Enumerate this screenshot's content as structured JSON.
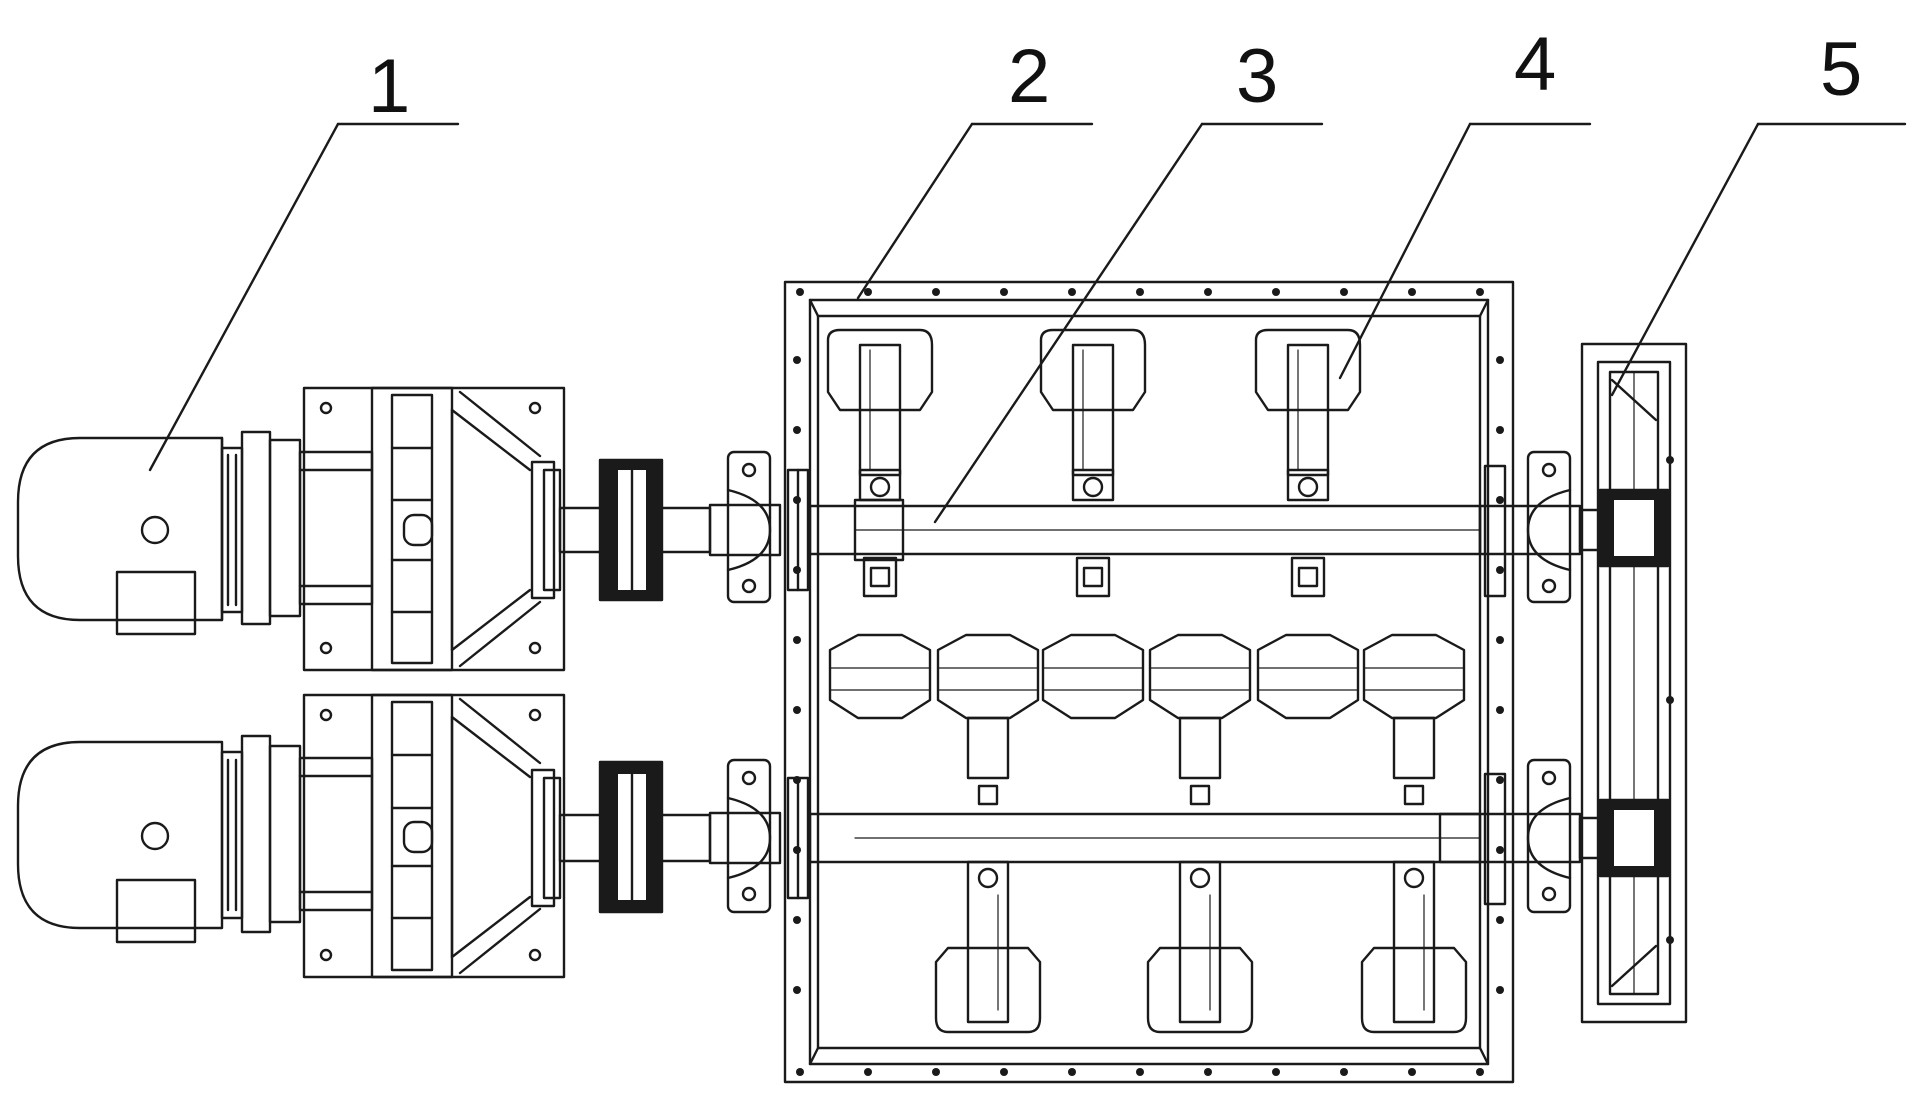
{
  "figure": {
    "callouts": [
      {
        "id": 1,
        "label": "1"
      },
      {
        "id": 2,
        "label": "2"
      },
      {
        "id": 3,
        "label": "3"
      },
      {
        "id": 4,
        "label": "4"
      },
      {
        "id": 5,
        "label": "5"
      }
    ]
  },
  "colors": {
    "line": "#1a1a1a",
    "fill": "#ffffff",
    "background": "#ffffff"
  }
}
